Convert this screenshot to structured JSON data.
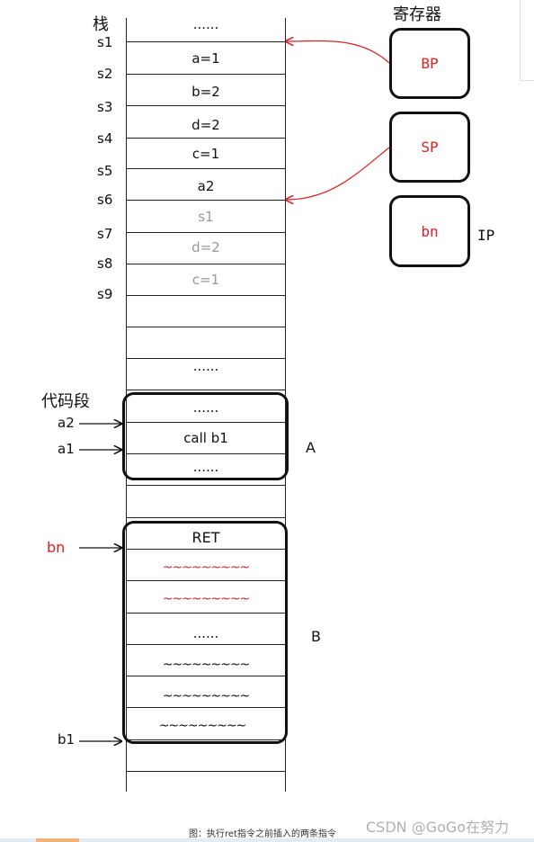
{
  "stack_title": "栈",
  "registers_title": "寄存器",
  "code_title": "代码段",
  "stack_labels": [
    "s1",
    "s2",
    "s3",
    "s4",
    "s5",
    "s6",
    "s7",
    "s8",
    "s9"
  ],
  "stack_cells": {
    "top": "......",
    "c1": "a=1",
    "c2": "b=2",
    "c3": "d=2",
    "c4": "c=1",
    "c5": "a2",
    "c6": "s1",
    "c7": "d=2",
    "c8": "c=1",
    "dots2": "......"
  },
  "registers": {
    "bp": "BP",
    "sp": "SP",
    "bn": "bn",
    "ip_label": "IP"
  },
  "block_a": {
    "label": "A",
    "row1": "......",
    "row2": "call b1",
    "row3": "......",
    "ptr_a2": "a2",
    "ptr_a1": "a1"
  },
  "block_b": {
    "label": "B",
    "ptr_bn": "bn",
    "ptr_b1": "b1",
    "r1": "RET",
    "r2": "~~~~~~~~~",
    "r3": "~~~~~~~~~",
    "r4": "......",
    "r5": "~~~~~~~~~",
    "r6": "~~~~~~~~~",
    "r7": "~~~~~~~~~"
  },
  "caption": "图：执行ret指令之前插入的两条指令",
  "watermark": "CSDN @GoGo在努力",
  "colors": {
    "pointer_red": "#e02020",
    "faded_gray": "#9a9a9a"
  }
}
